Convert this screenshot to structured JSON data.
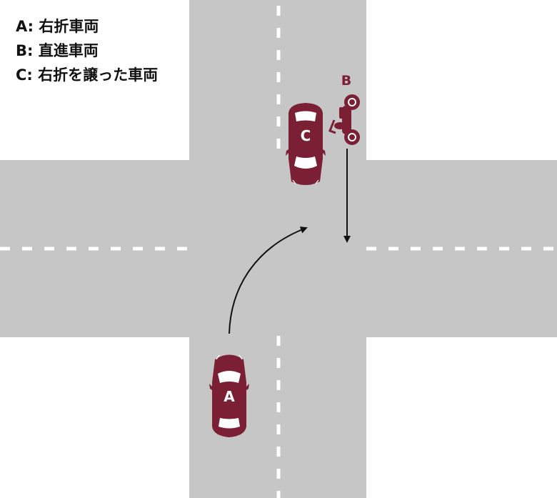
{
  "legend": [
    {
      "key": "A",
      "text": "A: 右折車両"
    },
    {
      "key": "B",
      "text": "B: 直進車両"
    },
    {
      "key": "C",
      "text": "C: 右折を譲った車両"
    }
  ],
  "vehicles": {
    "a": {
      "label": "A",
      "kind": "car"
    },
    "b": {
      "label": "B",
      "kind": "motorcycle"
    },
    "c": {
      "label": "C",
      "kind": "car"
    }
  },
  "colors": {
    "road": "#c6c6c6",
    "lane_marking": "#ffffff",
    "vehicle": "#7b1f34",
    "arrow": "#111111",
    "background": "#ffffff"
  }
}
